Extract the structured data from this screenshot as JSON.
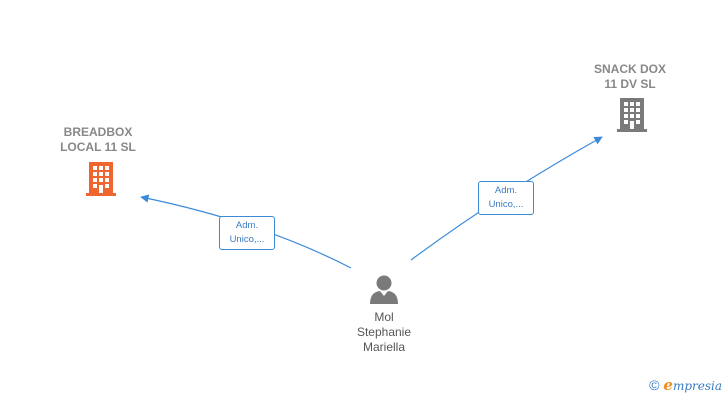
{
  "nodes": {
    "breadbox": {
      "label": "BREADBOX\nLOCAL 11  SL",
      "icon": "building-icon",
      "color": "#f0652f"
    },
    "snack_dox": {
      "label": "SNACK DOX\n11 DV  SL",
      "icon": "building-icon",
      "color": "#7a7a7a"
    },
    "person": {
      "label": "Mol\nStephanie\nMariella",
      "icon": "person-icon",
      "color": "#7a7a7a"
    }
  },
  "edges": {
    "to_breadbox": {
      "label": "Adm.\nUnico,..."
    },
    "to_snack_dox": {
      "label": "Adm.\nUnico,..."
    }
  },
  "colors": {
    "edge": "#3a8ad8"
  },
  "brand": {
    "copyright": "©",
    "e": "e",
    "rest": "mpresia"
  }
}
